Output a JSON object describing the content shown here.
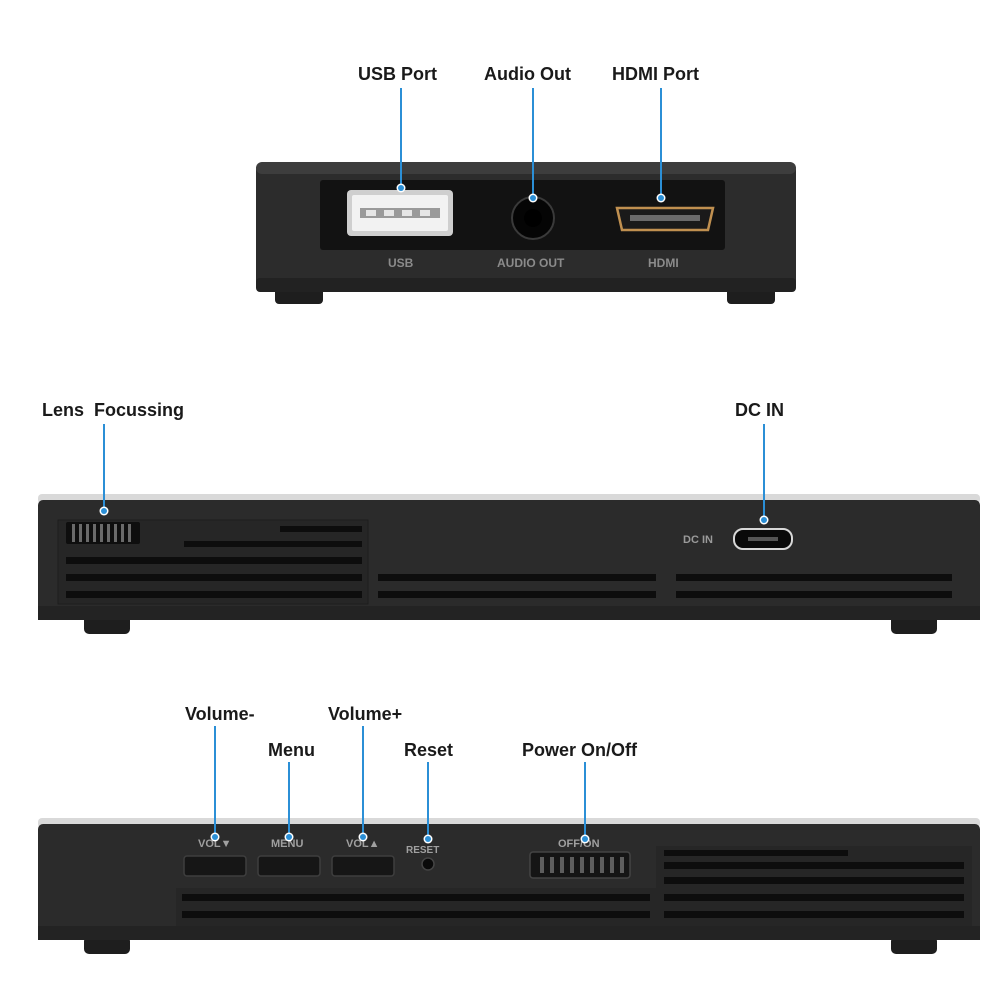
{
  "callouts": {
    "usb_port": "USB Port",
    "audio_out": "Audio Out",
    "hdmi_port": "HDMI Port",
    "lens_focussing": "Lens  Focussing",
    "dc_in": "DC IN",
    "volume_minus": "Volume-",
    "menu": "Menu",
    "volume_plus": "Volume+",
    "reset": "Reset",
    "power_on_off": "Power On/Off"
  },
  "embossed": {
    "usb": "USB",
    "audio_out": "AUDIO OUT",
    "hdmi": "HDMI",
    "dc_in": "DC IN",
    "vol_down": "VOL▼",
    "menu": "MENU",
    "vol_up": "VOL▲",
    "reset": "RESET",
    "off_on": "OFF/ON"
  },
  "colors": {
    "callout_line": "#2b8fd6",
    "device_body": "#2a2a2a",
    "device_panel": "#141414",
    "emboss_text": "#8b8b8b"
  }
}
